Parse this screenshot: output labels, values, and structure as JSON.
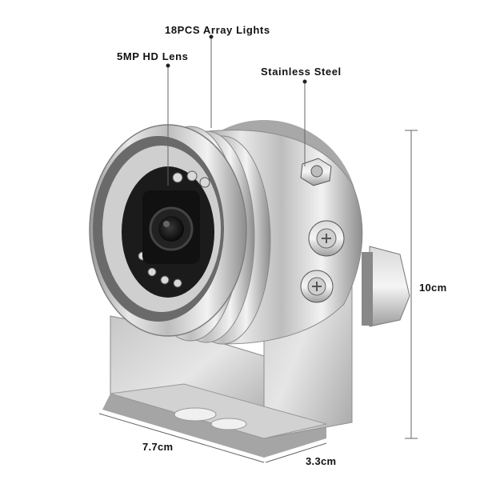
{
  "callouts": {
    "array_lights": "18PCS Array Lights",
    "lens": "5MP HD Lens",
    "material": "Stainless Steel"
  },
  "dimensions": {
    "height": "10cm",
    "width": "7.7cm",
    "depth": "3.3cm"
  }
}
